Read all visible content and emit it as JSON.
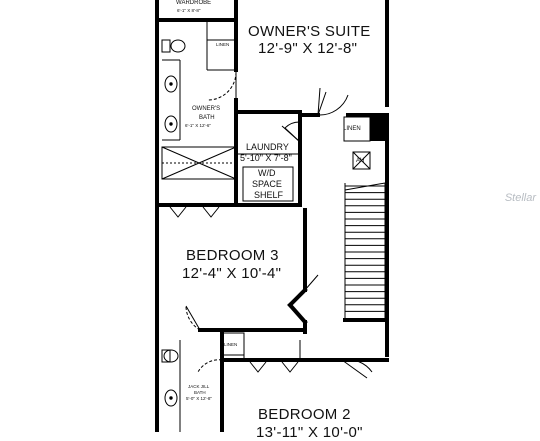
{
  "rooms": {
    "owners_suite": {
      "name": "OWNER'S SUITE",
      "size": "12'-9\" X 12'-8\""
    },
    "bedroom3": {
      "name": "BEDROOM 3",
      "size": "12'-4\" X 10'-4\""
    },
    "bedroom2": {
      "name": "BEDROOM 2",
      "size": "13'-11\" X 10'-0\""
    },
    "wardrobe": {
      "name": "WARDROBE",
      "size": "6'-1\" X 8'-8\""
    },
    "owners_bath": {
      "name": "OWNER'S",
      "name2": "BATH",
      "size": "6'-1\" X 12'-6\""
    },
    "laundry": {
      "name": "LAUNDRY",
      "size": "5'-10\" X 7'-8\""
    },
    "wd_shelf": {
      "line1": "W/D",
      "line2": "SPACE",
      "line3": "SHELF"
    },
    "jack_jill_bath": {
      "name": "JACK JILL",
      "name2": "BATH",
      "size": "5'-0\" X 12'-8\""
    },
    "linen_owner_bath": "LINEN",
    "linen_hall": "LINEN",
    "linen_jj": "LINEN",
    "attic_hatch": "AH"
  },
  "watermark": "Stellar"
}
